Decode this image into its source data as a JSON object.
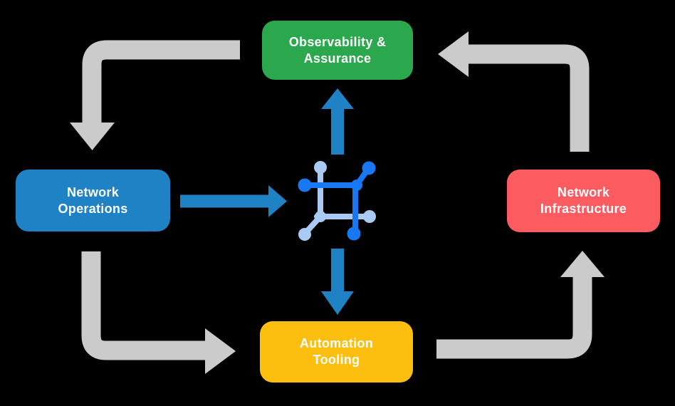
{
  "canvas": {
    "background_color": "#000000",
    "text_color": "#FFFFFF"
  },
  "nodes": {
    "observability": {
      "label": "Observability &\nAssurance",
      "color": "#2BA84E"
    },
    "operations": {
      "label": "Network\nOperations",
      "color": "#1E82C5"
    },
    "infrastructure": {
      "label": "Network\nInfrastructure",
      "color": "#FC5B60"
    },
    "automation": {
      "label": "Automation\nTooling",
      "color": "#FDBF0F"
    }
  },
  "center_icon": {
    "name": "network-automation-platform-icon",
    "primary_color": "#1877F2",
    "secondary_color": "#A9CBF3"
  },
  "edges": {
    "cycle_color": "#CBCBCB",
    "core_color": "#1E82C5",
    "list": [
      {
        "from": "observability",
        "to": "operations",
        "type": "cycle"
      },
      {
        "from": "operations",
        "to": "automation",
        "type": "cycle"
      },
      {
        "from": "automation",
        "to": "infrastructure",
        "type": "cycle"
      },
      {
        "from": "infrastructure",
        "to": "observability",
        "type": "cycle"
      },
      {
        "from": "operations",
        "to": "platform",
        "type": "core"
      },
      {
        "from": "platform",
        "to": "observability",
        "type": "core"
      },
      {
        "from": "platform",
        "to": "automation",
        "type": "core"
      }
    ]
  }
}
